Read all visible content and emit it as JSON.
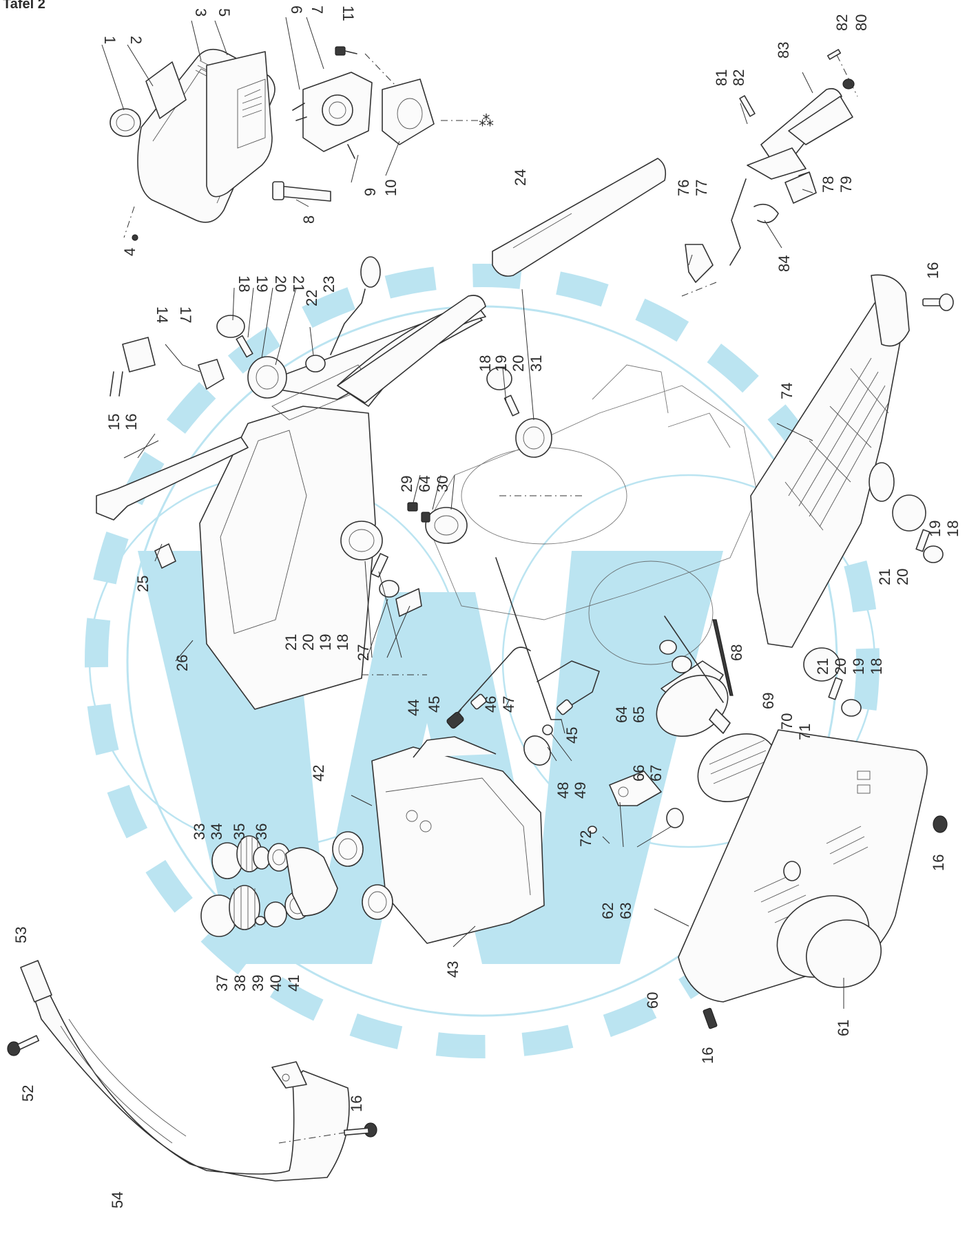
{
  "header": {
    "text": "Tafel 2"
  },
  "watermark": {
    "color": "#8fd3e8",
    "opacity": 0.6
  },
  "callouts": {
    "n1": "1",
    "n2": "2",
    "n3": "3",
    "n4": "4",
    "n5": "5",
    "n6": "6",
    "n7": "7",
    "n8": "8",
    "n9": "9",
    "n10": "10",
    "n11": "11",
    "n14": "14",
    "n15": "15",
    "n16": "16",
    "n17": "17",
    "n18": "18",
    "n19": "19",
    "n20": "20",
    "n21": "21",
    "n22": "22",
    "n23": "23",
    "n24": "24",
    "n25": "25",
    "n26": "26",
    "n27": "27",
    "n29": "29",
    "n30": "30",
    "n31": "31",
    "n33": "33",
    "n34": "34",
    "n35": "35",
    "n36": "36",
    "n37": "37",
    "n38": "38",
    "n39": "39",
    "n40": "40",
    "n41": "41",
    "n42": "42",
    "n43": "43",
    "n44": "44",
    "n45": "45",
    "n46": "46",
    "n47": "47",
    "n48": "48",
    "n49": "49",
    "n52": "52",
    "n53": "53",
    "n54": "54",
    "n60": "60",
    "n61": "61",
    "n62": "62",
    "n63": "63",
    "n64": "64",
    "n65": "65",
    "n66": "66",
    "n67": "67",
    "n68": "68",
    "n69": "69",
    "n70": "70",
    "n71": "71",
    "n72": "72",
    "n74": "74",
    "n76": "76",
    "n77": "77",
    "n78": "78",
    "n79": "79",
    "n80": "80",
    "n81": "81",
    "n82": "82",
    "n83": "83",
    "n84": "84",
    "n18b": "18"
  }
}
